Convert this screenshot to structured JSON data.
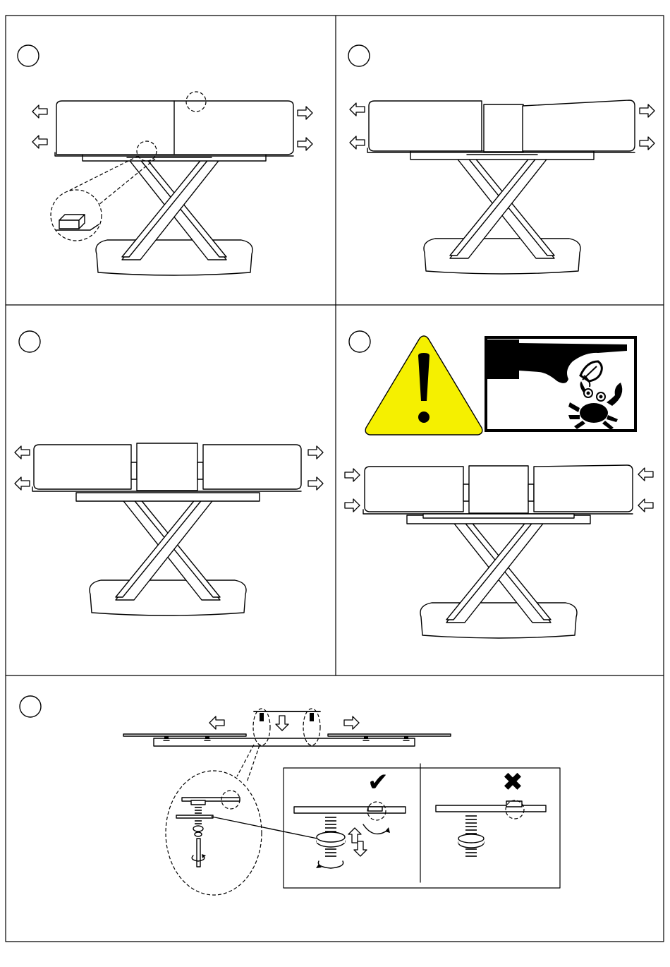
{
  "page": {
    "panels": [
      {
        "id": "step-1",
        "step_label": ""
      },
      {
        "id": "step-2",
        "step_label": ""
      },
      {
        "id": "step-3",
        "step_label": ""
      },
      {
        "id": "step-4",
        "step_label": ""
      },
      {
        "id": "step-5",
        "step_label": ""
      }
    ],
    "warning": {
      "symbol": "!",
      "color": "#f5f000",
      "pinch_hazard": "crab-pinch-icon"
    },
    "detail_5": {
      "correct_mark": "✔",
      "incorrect_mark": "✖"
    }
  },
  "colors": {
    "line": "#000000",
    "warning_yellow": "#f5f000",
    "paper": "#ffffff"
  }
}
